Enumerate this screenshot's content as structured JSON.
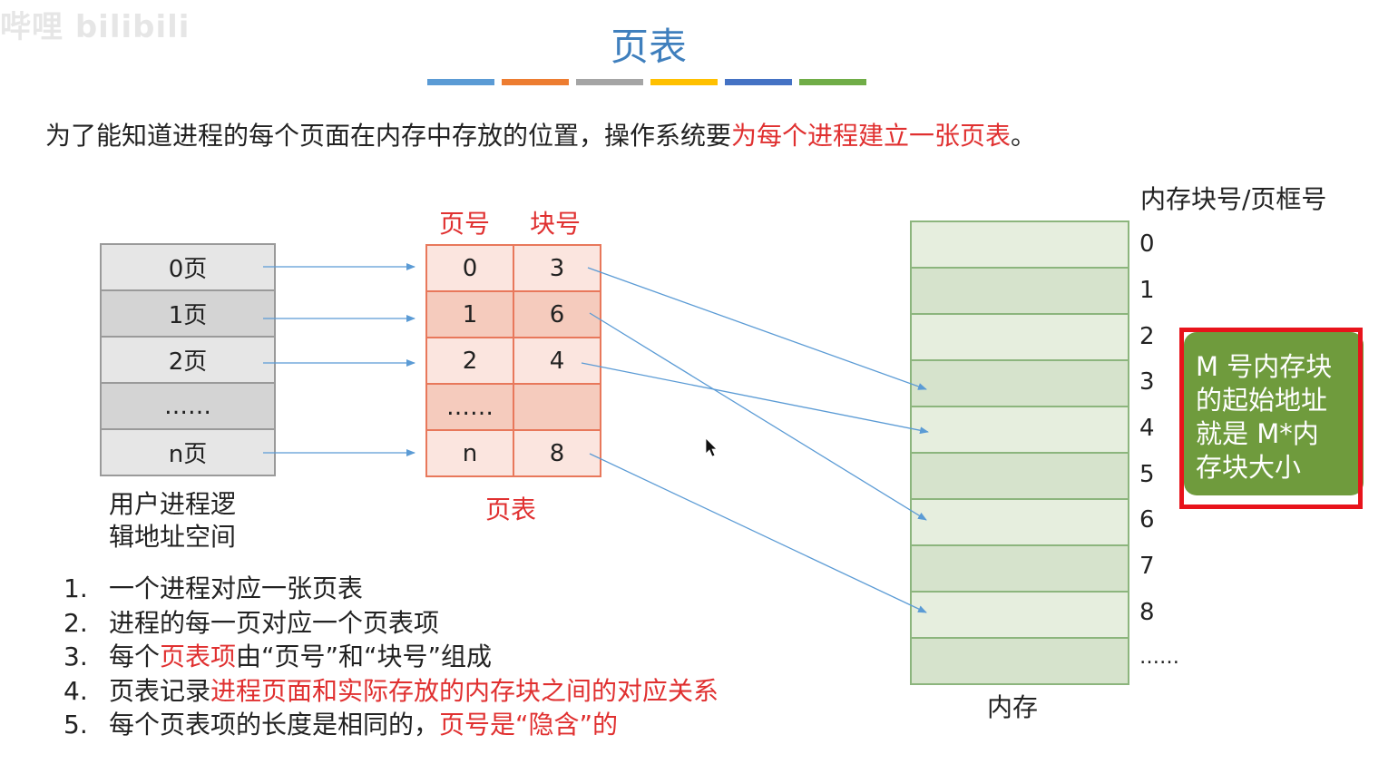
{
  "watermark": "哔哩 bilibili",
  "title": "页表",
  "color_bars": [
    "#5b9bd5",
    "#ed7d31",
    "#a5a5a5",
    "#ffc000",
    "#4472c4",
    "#70ad47"
  ],
  "intro": {
    "normal": "为了能知道进程的每个页面在内存中存放的位置，操作系统要",
    "highlight": "为每个进程建立一张页表",
    "end": "。"
  },
  "logical_space": {
    "rows": [
      "0页",
      "1页",
      "2页",
      "……",
      "n页"
    ],
    "caption_line1": "用户进程逻",
    "caption_line2": "辑地址空间"
  },
  "page_table": {
    "header_page": "页号",
    "header_block": "块号",
    "rows": [
      {
        "page": "0",
        "block": "3"
      },
      {
        "page": "1",
        "block": "6"
      },
      {
        "page": "2",
        "block": "4"
      },
      {
        "page": "……",
        "block": ""
      },
      {
        "page": "n",
        "block": "8"
      }
    ],
    "caption": "页表"
  },
  "memory": {
    "header": "内存块号/页框号",
    "frame_numbers": [
      "0",
      "1",
      "2",
      "3",
      "4",
      "5",
      "6",
      "7",
      "8",
      "……"
    ],
    "caption": "内存"
  },
  "callout": {
    "lines": [
      "M 号内存块",
      "的起始地址",
      "就是 M*内",
      "存块大小"
    ]
  },
  "notes": [
    {
      "num": "1.",
      "parts": [
        {
          "text": "一个进程对应一张页表",
          "red": false
        }
      ]
    },
    {
      "num": "2.",
      "parts": [
        {
          "text": "进程的每一页对应一个页表项",
          "red": false
        }
      ]
    },
    {
      "num": "3.",
      "parts": [
        {
          "text": "每个",
          "red": false
        },
        {
          "text": "页表项",
          "red": true
        },
        {
          "text": "由“页号”和“块号”组成",
          "red": false
        }
      ]
    },
    {
      "num": "4.",
      "parts": [
        {
          "text": "页表记录",
          "red": false
        },
        {
          "text": "进程页面和实际存放的内存块之间的对应关系",
          "red": true
        }
      ]
    },
    {
      "num": "5.",
      "parts": [
        {
          "text": "每个页表项的长度是相同的，",
          "red": false
        },
        {
          "text": "页号是“隐含”的",
          "red": true
        }
      ]
    }
  ]
}
